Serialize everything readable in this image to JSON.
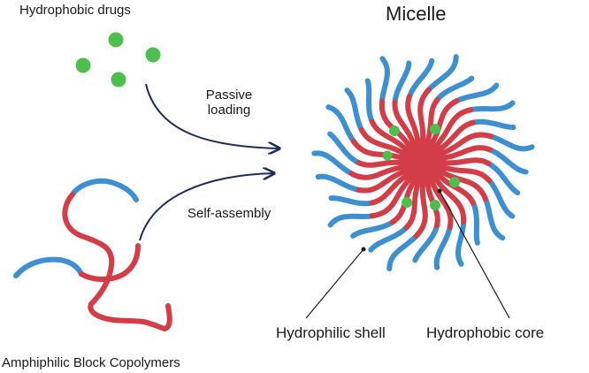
{
  "labels": {
    "hydrophobic_drugs": "Hydrophobic drugs",
    "micelle": "Micelle",
    "passive_loading_line1": "Passive",
    "passive_loading_line2": "loading",
    "self_assembly": "Self-assembly",
    "hydrophilic_shell": "Hydrophilic shell",
    "hydrophobic_core": "Hydrophobic core",
    "amphiphilic_block_copolymers": "Amphiphilic Block Copolymers"
  },
  "colors": {
    "hydrophilic_block": "#3d8fd0",
    "hydrophobic_block": "#d33d48",
    "drug": "#4cbf4f",
    "arrow": "#1f2d55",
    "pointer_line": "#1a1a1a"
  }
}
